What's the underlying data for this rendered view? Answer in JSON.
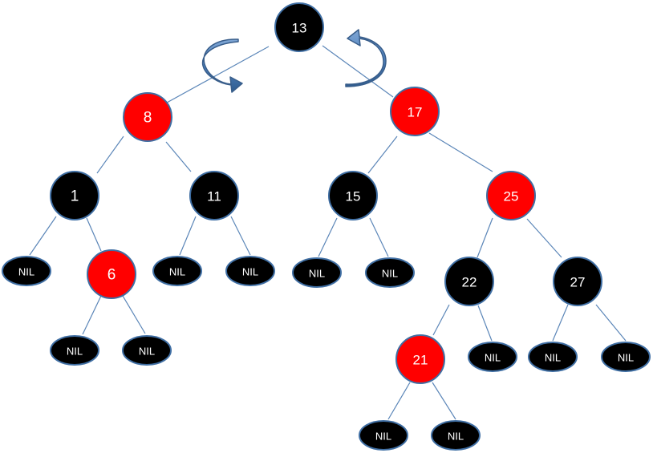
{
  "colors": {
    "black_node": "#000000",
    "red_node": "#ff0000",
    "node_border": "#3f6ea3",
    "edge": "#5b86b8",
    "arrow_fill": "#4f81bd",
    "arrow_stroke": "#385d8a"
  },
  "tree": {
    "nodes": [
      {
        "id": "n13",
        "label": "13",
        "color": "black"
      },
      {
        "id": "n8",
        "label": "8",
        "color": "red"
      },
      {
        "id": "n17",
        "label": "17",
        "color": "red"
      },
      {
        "id": "n1",
        "label": "1",
        "color": "black"
      },
      {
        "id": "n11",
        "label": "11",
        "color": "black"
      },
      {
        "id": "n15",
        "label": "15",
        "color": "black"
      },
      {
        "id": "n25",
        "label": "25",
        "color": "red"
      },
      {
        "id": "n6",
        "label": "6",
        "color": "red"
      },
      {
        "id": "n22",
        "label": "22",
        "color": "black"
      },
      {
        "id": "n27",
        "label": "27",
        "color": "black"
      },
      {
        "id": "n21",
        "label": "21",
        "color": "red"
      },
      {
        "id": "nil1",
        "label": "NIL",
        "color": "black"
      },
      {
        "id": "nil2",
        "label": "NIL",
        "color": "black"
      },
      {
        "id": "nil3",
        "label": "NIL",
        "color": "black"
      },
      {
        "id": "nil4",
        "label": "NIL",
        "color": "black"
      },
      {
        "id": "nil5",
        "label": "NIL",
        "color": "black"
      },
      {
        "id": "nil6",
        "label": "NIL",
        "color": "black"
      },
      {
        "id": "nil7",
        "label": "NIL",
        "color": "black"
      },
      {
        "id": "nil8",
        "label": "NIL",
        "color": "black"
      },
      {
        "id": "nil9",
        "label": "NIL",
        "color": "black"
      },
      {
        "id": "nil10",
        "label": "NIL",
        "color": "black"
      },
      {
        "id": "nil11",
        "label": "NIL",
        "color": "black"
      },
      {
        "id": "nil12",
        "label": "NIL",
        "color": "black"
      }
    ],
    "edges": [
      [
        "n13",
        "n8"
      ],
      [
        "n13",
        "n17"
      ],
      [
        "n8",
        "n1"
      ],
      [
        "n8",
        "n11"
      ],
      [
        "n1",
        "nil1"
      ],
      [
        "n1",
        "n6"
      ],
      [
        "n6",
        "nil2"
      ],
      [
        "n6",
        "nil3"
      ],
      [
        "n11",
        "nil4"
      ],
      [
        "n11",
        "nil5"
      ],
      [
        "n17",
        "n15"
      ],
      [
        "n17",
        "n25"
      ],
      [
        "n15",
        "nil6"
      ],
      [
        "n15",
        "nil7"
      ],
      [
        "n25",
        "n22"
      ],
      [
        "n25",
        "n27"
      ],
      [
        "n22",
        "n21"
      ],
      [
        "n22",
        "nil8"
      ],
      [
        "n21",
        "nil9"
      ],
      [
        "n21",
        "nil10"
      ],
      [
        "n27",
        "nil11"
      ],
      [
        "n27",
        "nil12"
      ]
    ],
    "rotation_arrows": [
      {
        "id": "rotate-left-arrow",
        "near": "n8"
      },
      {
        "id": "rotate-right-arrow",
        "near": "n17"
      }
    ]
  }
}
